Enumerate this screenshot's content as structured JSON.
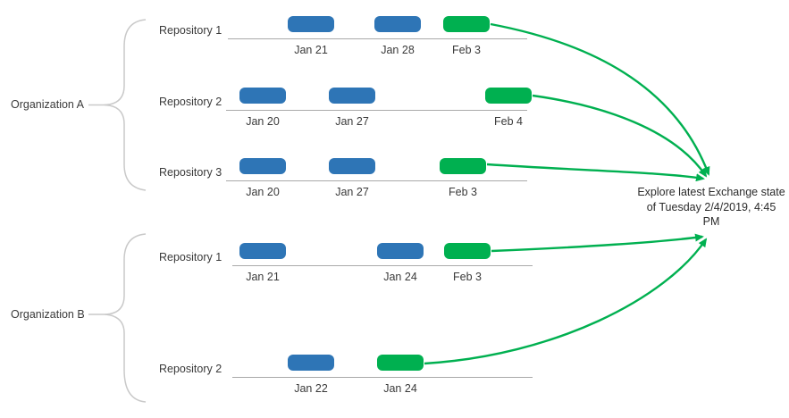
{
  "diagram": {
    "colors": {
      "commit_blue": "#2e75b6",
      "exchange_green": "#00b050",
      "timeline_gray": "#a9a9a9",
      "brace_gray": "#c9c9c9",
      "text_dark": "#3a3a3a"
    },
    "organizations": [
      {
        "label": "Organization A",
        "repos": [
          {
            "label": "Repository 1",
            "events": [
              {
                "date": "Jan 21",
                "type": "commit"
              },
              {
                "date": "Jan 28",
                "type": "commit"
              },
              {
                "date": "Feb 3",
                "type": "exchange"
              }
            ]
          },
          {
            "label": "Repository 2",
            "events": [
              {
                "date": "Jan 20",
                "type": "commit"
              },
              {
                "date": "Jan 27",
                "type": "commit"
              },
              {
                "date": "Feb 4",
                "type": "exchange"
              }
            ]
          },
          {
            "label": "Repository 3",
            "events": [
              {
                "date": "Jan 20",
                "type": "commit"
              },
              {
                "date": "Jan 27",
                "type": "commit"
              },
              {
                "date": "Feb 3",
                "type": "exchange"
              }
            ]
          }
        ]
      },
      {
        "label": "Organization B",
        "repos": [
          {
            "label": "Repository 1",
            "events": [
              {
                "date": "Jan 21",
                "type": "commit"
              },
              {
                "date": "Jan 24",
                "type": "commit"
              },
              {
                "date": "Feb 3",
                "type": "exchange"
              }
            ]
          },
          {
            "label": "Repository 2",
            "events": [
              {
                "date": "Jan 22",
                "type": "commit"
              },
              {
                "date": "Jan 24",
                "type": "exchange"
              }
            ]
          }
        ]
      }
    ],
    "annotation": {
      "lines": [
        "Explore latest Exchange state",
        "of Tuesday 2/4/2019, 4:45",
        "PM"
      ]
    }
  }
}
